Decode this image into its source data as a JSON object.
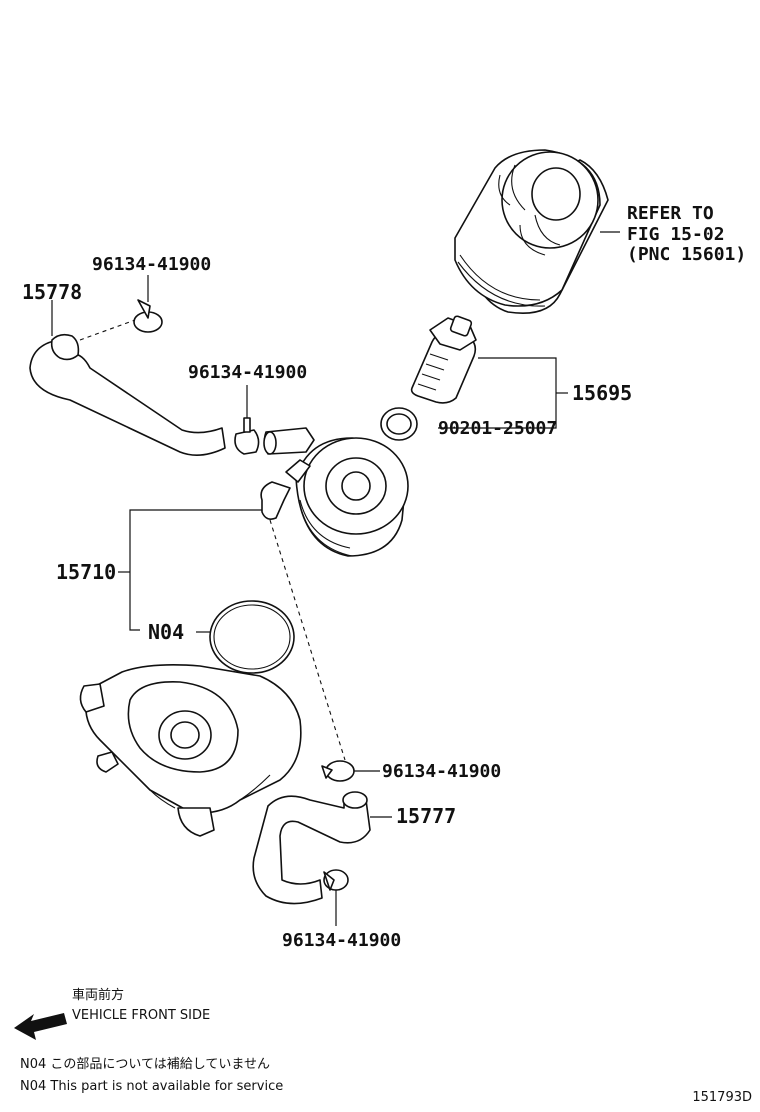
{
  "diagram": {
    "refer_note": {
      "line1": "REFER TO",
      "line2": "FIG 15-02",
      "line3": "(PNC 15601)"
    },
    "part_labels": {
      "hose_upper": "15778",
      "clamp_top_left": "96134-41900",
      "clamp_mid": "96134-41900",
      "union_bolt": "15695",
      "gasket": "90201-25007",
      "oil_cooler": "15710",
      "o_ring": "N04",
      "clamp_lower_right": "96134-41900",
      "hose_lower": "15777",
      "clamp_bottom": "96134-41900"
    },
    "direction": {
      "japanese": "車両前方",
      "english": "VEHICLE FRONT SIDE"
    },
    "footnotes": {
      "japanese": "N04 この部品については補給していません",
      "english": "N04 This part is not available for service"
    },
    "figure_id": "151793D"
  }
}
